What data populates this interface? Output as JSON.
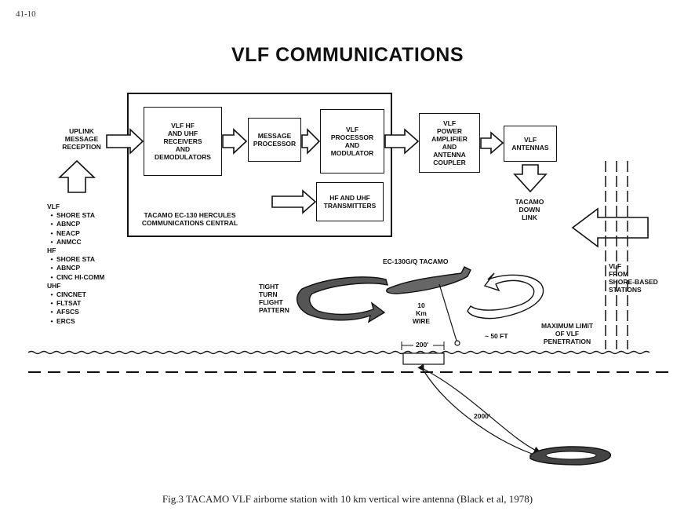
{
  "page_number": "41-10",
  "title": "VLF COMMUNICATIONS",
  "uplink_label": [
    "UPLINK",
    "MESSAGE",
    "RECEPTION"
  ],
  "blocks": {
    "receivers": [
      "VLF HF",
      "AND UHF",
      "RECEIVERS",
      "AND",
      "DEMODULATORS"
    ],
    "message_processor": [
      "MESSAGE",
      "PROCESSOR"
    ],
    "vlf_processor": [
      "VLF",
      "PROCESSOR",
      "AND",
      "MODULATOR"
    ],
    "power_amplifier": [
      "VLF",
      "POWER",
      "AMPLIFIER",
      "AND",
      "ANTENNA",
      "COUPLER"
    ],
    "vlf_antennas": [
      "VLF",
      "ANTENNAS"
    ],
    "hf_uhf_transmitters": [
      "HF AND UHF",
      "TRANSMITTERS"
    ]
  },
  "central_label": [
    "TACAMO EC-130 HERCULES",
    "COMMUNICATIONS CENTRAL"
  ],
  "downlink_label": [
    "TACAMO",
    "DOWN",
    "LINK"
  ],
  "sources": [
    {
      "text": "VLF",
      "bullet": false
    },
    {
      "text": "SHORE STA",
      "bullet": true
    },
    {
      "text": "ABNCP",
      "bullet": true
    },
    {
      "text": "NEACP",
      "bullet": true
    },
    {
      "text": "ANMCC",
      "bullet": true
    },
    {
      "text": "HF",
      "bullet": false
    },
    {
      "text": "SHORE STA",
      "bullet": true
    },
    {
      "text": "ABNCP",
      "bullet": true
    },
    {
      "text": "CINC HI-COMM",
      "bullet": true
    },
    {
      "text": "UHF",
      "bullet": false
    },
    {
      "text": "CINCNET",
      "bullet": true
    },
    {
      "text": "FLTSAT",
      "bullet": true
    },
    {
      "text": "AFSCS",
      "bullet": true
    },
    {
      "text": "ERCS",
      "bullet": true
    }
  ],
  "vlf_shore_label": [
    "VLF",
    "FROM",
    "SHORE-BASED",
    "STATIONS"
  ],
  "flight_pattern_label": [
    "TIGHT",
    "TURN",
    "FLIGHT",
    "PATTERN"
  ],
  "aircraft_label": "EC-130G/Q TACAMO",
  "wire_label": [
    "10",
    "Km",
    "WIRE"
  ],
  "depth_label": "~ 50 FT",
  "penetration_label": [
    "MAXIMUM LIMIT",
    "OF VLF",
    "PENETRATION"
  ],
  "width_label": "200'",
  "distance_label": "2000'",
  "caption": "Fig.3    TACAMO VLF airborne station with 10 km vertical wire antenna (Black et al, 1978)"
}
